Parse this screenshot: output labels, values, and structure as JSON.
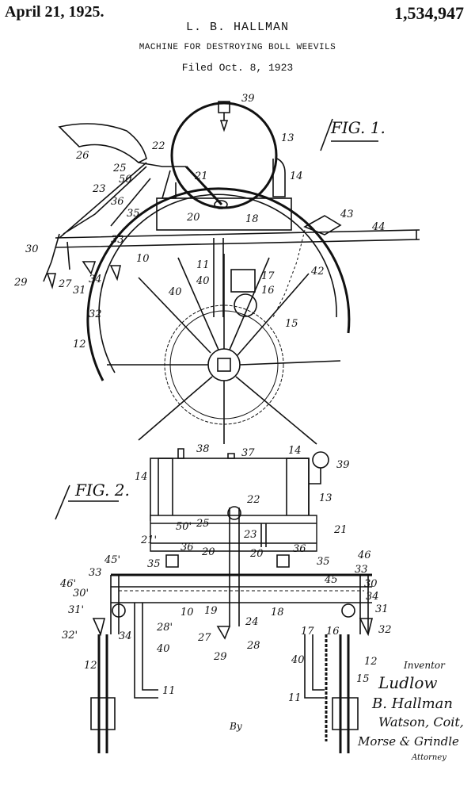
{
  "header": {
    "date": "April 21, 1925.",
    "patent_number": "1,534,947",
    "inventor": "L. B. HALLMAN",
    "title": "MACHINE FOR DESTROYING BOLL WEEVILS",
    "filed": "Filed Oct. 8, 1923"
  },
  "figures": {
    "fig1_label": "FIG. 1.",
    "fig2_label": "FIG. 2."
  },
  "fig1_refs": [
    "39",
    "13",
    "22",
    "26",
    "25",
    "21",
    "14",
    "50",
    "23",
    "36",
    "35",
    "20",
    "18",
    "43",
    "44",
    "33",
    "30",
    "10",
    "11",
    "42",
    "40",
    "17",
    "16",
    "29",
    "27",
    "31",
    "34",
    "32",
    "40",
    "15",
    "12"
  ],
  "fig2_refs": [
    "38",
    "37",
    "14",
    "39",
    "14",
    "13",
    "22",
    "50'",
    "25",
    "21'",
    "23",
    "21",
    "36",
    "20",
    "36",
    "45'",
    "35",
    "46'",
    "46",
    "35",
    "33",
    "33",
    "20",
    "45",
    "30",
    "30'",
    "34",
    "31'",
    "24",
    "10",
    "19",
    "18",
    "31",
    "32'",
    "34",
    "28'",
    "27",
    "17",
    "16",
    "32",
    "28",
    "29",
    "40",
    "40",
    "12",
    "12",
    "15",
    "11",
    "11"
  ],
  "signature": {
    "caption": "Inventor",
    "name_line1": "Ludlow",
    "name_line2": "B. Hallman",
    "by": "By",
    "attorney_line1": "Watson, Coit,",
    "attorney_line2": "Morse & Grindle",
    "attorney_caption": "Attorney"
  }
}
